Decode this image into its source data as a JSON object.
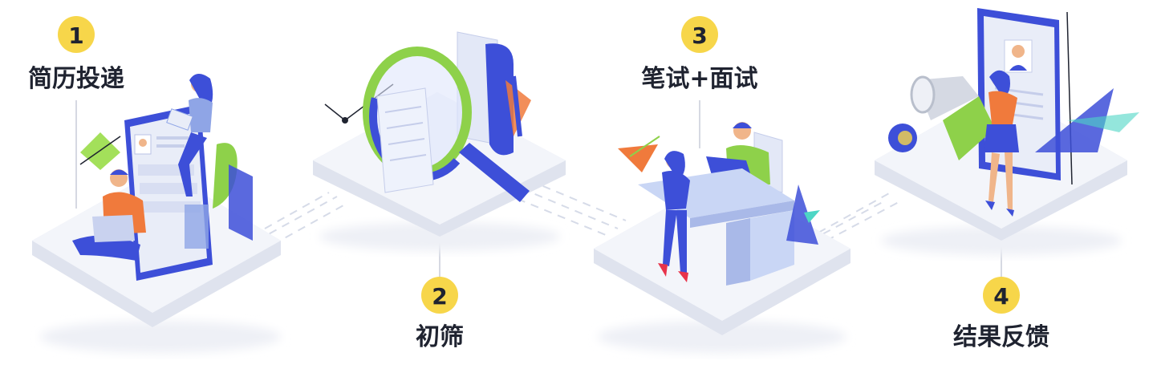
{
  "steps": [
    {
      "number": "1",
      "label": "简历投递"
    },
    {
      "number": "2",
      "label": "初筛"
    },
    {
      "number": "3",
      "label": "笔试+面试"
    },
    {
      "number": "4",
      "label": "结果反馈"
    }
  ],
  "colors": {
    "badge": "#f7d64a",
    "platform_top": "#f1f3f8",
    "platform_side": "#dfe3ee",
    "accent_blue": "#3d4fd8",
    "accent_green": "#8ed14a",
    "accent_orange": "#f07a3c"
  }
}
